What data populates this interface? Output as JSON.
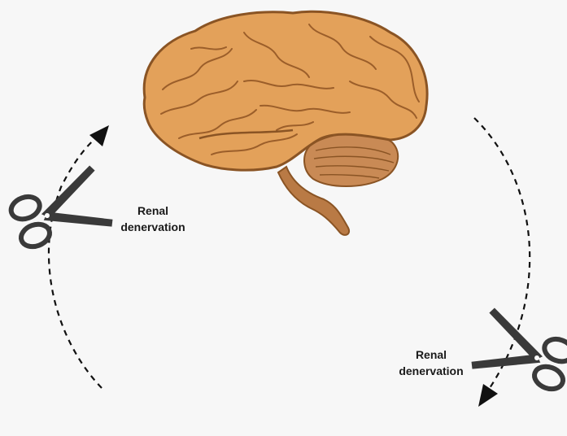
{
  "labels": {
    "left": {
      "line1": "Renal",
      "line2": "denervation"
    },
    "right": {
      "line1": "Renal",
      "line2": "denervation"
    }
  },
  "icons": {
    "brain": "brain-icon",
    "scissors": "scissors-icon",
    "arrow": "dashed-arrow"
  },
  "colors": {
    "background": "#f7f7f7",
    "brain_fill": "#e3a15a",
    "brain_stroke": "#8a5424",
    "cerebellum": "#c98a55",
    "brainstem": "#b97a45",
    "scissors": "#3a3a3a",
    "dash": "#111111"
  }
}
